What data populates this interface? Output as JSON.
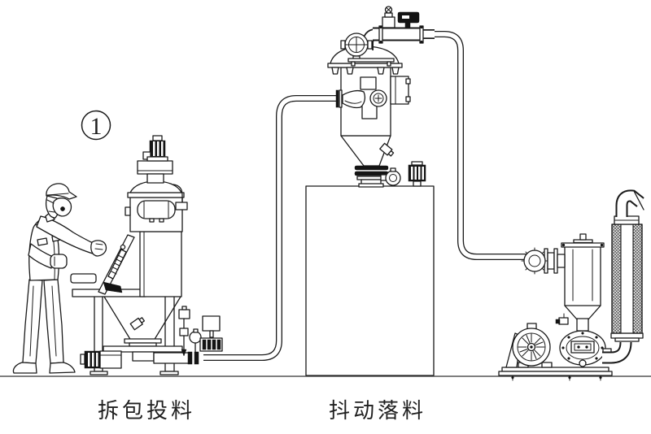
{
  "scene": {
    "background": "#ffffff",
    "line_color": "#1a1a1a",
    "ground_color": "#555555",
    "type": "pneumatic-conveying-process-diagram"
  },
  "marker": {
    "number": "1"
  },
  "labels": {
    "station1": "拆包投料",
    "station2": "抖动落料"
  },
  "equipment_icons": [
    "operator-with-dust-mask-icon",
    "bag-dump-station-icon",
    "conveying-pipe-icon",
    "vacuum-receiver-icon",
    "storage-bin-icon",
    "vacuum-pipe-icon",
    "check-valve-icon",
    "inline-filter-icon",
    "roots-blower-icon",
    "electric-motor-icon",
    "discharge-silencer-icon"
  ]
}
